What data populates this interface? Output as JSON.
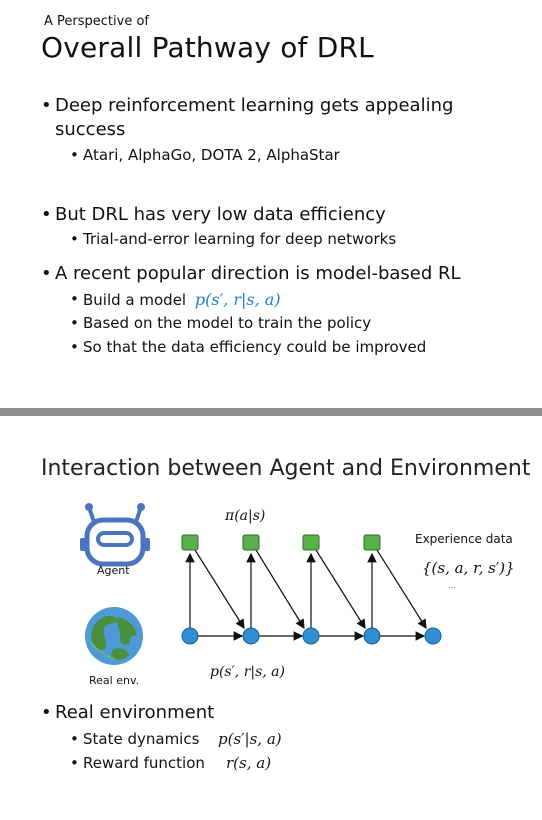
{
  "slide1": {
    "kicker": "A Perspective of",
    "title": "Overall Pathway of DRL",
    "bullets": [
      {
        "text_line1": "Deep reinforcement learning gets appealing",
        "text_line2": "success",
        "subbullets": [
          "Atari, AlphaGo, DOTA 2, AlphaStar"
        ]
      },
      {
        "text": "But DRL has very low data efficiency",
        "subbullets": [
          "Trial-and-error learning for deep networks"
        ]
      },
      {
        "text": "A recent popular direction is model-based RL",
        "subbullets": [
          "Build a model",
          "Based on the model to train the policy",
          "So that the data efficiency could be improved"
        ],
        "formula": "p(s′, r|s, a)"
      }
    ]
  },
  "slide2": {
    "title": "Interaction between Agent and Environment",
    "agent_label": "Agent",
    "env_label": "Real env.",
    "policy_formula": "π(a|s)",
    "transition_formula": "p(s′, r|s, a)",
    "experience_label": "Experience data",
    "experience_formula": "{(s, a, r, s′)}",
    "experience_ellipsis": "...",
    "bullet": "Real environment",
    "subbullets": [
      {
        "label": "State dynamics",
        "formula": "p(s′|s, a)"
      },
      {
        "label": "Reward function",
        "formula": "r(s, a)"
      }
    ]
  },
  "colors": {
    "green_node": "#58b04a",
    "blue_node": "#2f8fd2",
    "robot": "#4b74bf",
    "earth_green": "#4a8f3b",
    "earth_blue": "#4d9ad6",
    "divider": "#8f8f8f",
    "formula_blue": "#1f7fd1"
  }
}
